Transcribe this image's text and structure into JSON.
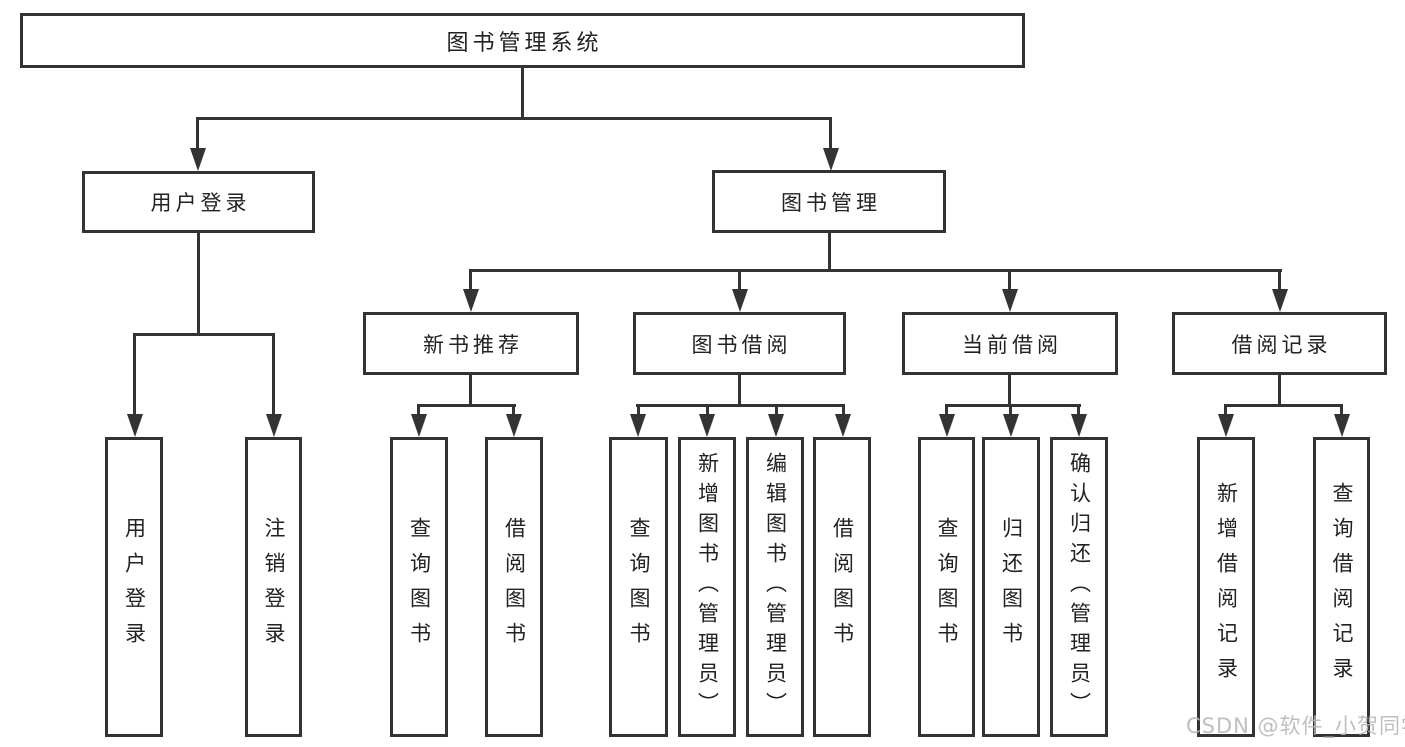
{
  "diagram_title": "图书管理系统",
  "colors": {
    "line": "#333333",
    "text": "#222222",
    "background": "#ffffff",
    "watermark": "#bababa"
  },
  "tree": {
    "root": {
      "label": "图书管理系统"
    },
    "branches": [
      {
        "label": "用户登录",
        "children": [
          {
            "label": "用户登录"
          },
          {
            "label": "注销登录"
          }
        ]
      },
      {
        "label": "图书管理",
        "children": [
          {
            "label": "新书推荐",
            "children": [
              {
                "label": "查询图书"
              },
              {
                "label": "借阅图书"
              }
            ]
          },
          {
            "label": "图书借阅",
            "children": [
              {
                "label": "查询图书"
              },
              {
                "label": "新增图书（管理员）"
              },
              {
                "label": "编辑图书（管理员）"
              },
              {
                "label": "借阅图书"
              }
            ]
          },
          {
            "label": "当前借阅",
            "children": [
              {
                "label": "查询图书"
              },
              {
                "label": "归还图书"
              },
              {
                "label": "确认归还（管理员）"
              }
            ]
          },
          {
            "label": "借阅记录",
            "children": [
              {
                "label": "新增借阅记录"
              },
              {
                "label": "查询借阅记录"
              }
            ]
          }
        ]
      }
    ]
  },
  "watermark": "CSDN @软件_小贺同学"
}
